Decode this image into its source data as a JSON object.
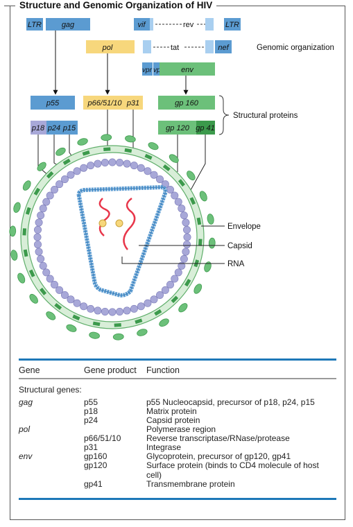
{
  "title": "Structure and Genomic Organization of HIV",
  "genome": {
    "ltr_left": "LTR",
    "gag": "gag",
    "vif": "vif",
    "rev": "rev",
    "ltr_right": "LTR",
    "pol": "pol",
    "tat": "tat",
    "nef": "nef",
    "vpr": "vpr",
    "vpu": "vpu",
    "env": "env",
    "genomic_label": "Genomic organization"
  },
  "proteins": {
    "p55": "p55",
    "p66": "p66/51/10",
    "p31": "p31",
    "gp160": "gp 160",
    "p18": "p18",
    "p24": "p24",
    "p15": "p15",
    "gp120": "gp 120",
    "gp41": "gp 41",
    "structural_label": "Structural proteins"
  },
  "virion_labels": {
    "envelope": "Envelope",
    "capsid": "Capsid",
    "rna": "RNA"
  },
  "colors": {
    "blue": "#5b9bd1",
    "yellow": "#f7d77c",
    "green": "#6cc07a",
    "dark_green": "#3c9a4c",
    "lilac": "#a8a8d8",
    "rule": "#1d78b8"
  },
  "table": {
    "headers": [
      "Gene",
      "Gene product",
      "Function"
    ],
    "section": "Structural genes:",
    "rows": [
      {
        "gene": "gag",
        "product": "p55",
        "function": "p55   Nucleocapsid, precursor of p18, p24, p15"
      },
      {
        "gene": "",
        "product": "p18",
        "function": "Matrix protein"
      },
      {
        "gene": "",
        "product": "p24",
        "function": "Capsid protein"
      },
      {
        "gene": "pol",
        "product": "",
        "function": "Polymerase region"
      },
      {
        "gene": "",
        "product": "p66/51/10",
        "function": "Reverse transcriptase/RNase/protease"
      },
      {
        "gene": "",
        "product": "p31",
        "function": "Integrase"
      },
      {
        "gene": "env",
        "product": "gp160",
        "function": "Glycoprotein, precursor of gp120, gp41"
      },
      {
        "gene": "",
        "product": "gp120",
        "function": "Surface protein (binds to CD4 molecule of host cell)"
      },
      {
        "gene": "",
        "product": "gp41",
        "function": "Transmembrane protein"
      }
    ]
  }
}
